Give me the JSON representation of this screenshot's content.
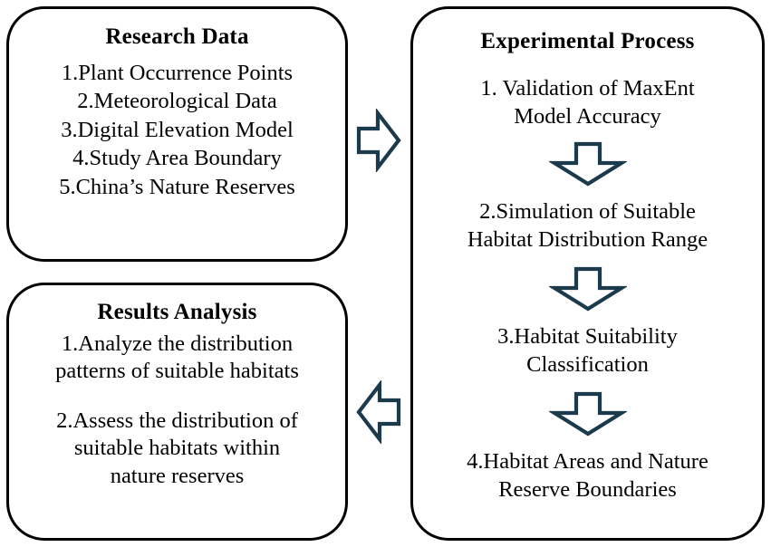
{
  "diagram": {
    "title": "Research workflow flowchart",
    "colors": {
      "box_border": "#000000",
      "arrow_stroke": "#1b3a4b",
      "background": "#ffffff",
      "text": "#000000"
    },
    "boxes": {
      "research_data": {
        "title": "Research Data",
        "items": [
          "1.Plant Occurrence Points",
          "2.Meteorological Data",
          "3.Digital Elevation Model",
          "4.Study Area Boundary",
          "5.China’s Nature Reserves"
        ]
      },
      "experimental_process": {
        "title": "Experimental Process",
        "steps": [
          "1. Validation of MaxEnt\nModel Accuracy",
          "2.Simulation of Suitable\nHabitat Distribution Range",
          "3.Habitat Suitability\nClassification",
          "4.Habitat Areas and Nature\nReserve Boundaries"
        ]
      },
      "results_analysis": {
        "title": "Results Analysis",
        "items": [
          "1.Analyze the distribution\npatterns of suitable habitats",
          "2.Assess the distribution of\nsuitable habitats within\nnature reserves"
        ]
      }
    },
    "connectors": [
      {
        "name": "data-to-process",
        "direction": "right"
      },
      {
        "name": "process-to-results",
        "direction": "left"
      },
      {
        "name": "step-1-to-2",
        "direction": "down"
      },
      {
        "name": "step-2-to-3",
        "direction": "down"
      },
      {
        "name": "step-3-to-4",
        "direction": "down"
      }
    ]
  }
}
